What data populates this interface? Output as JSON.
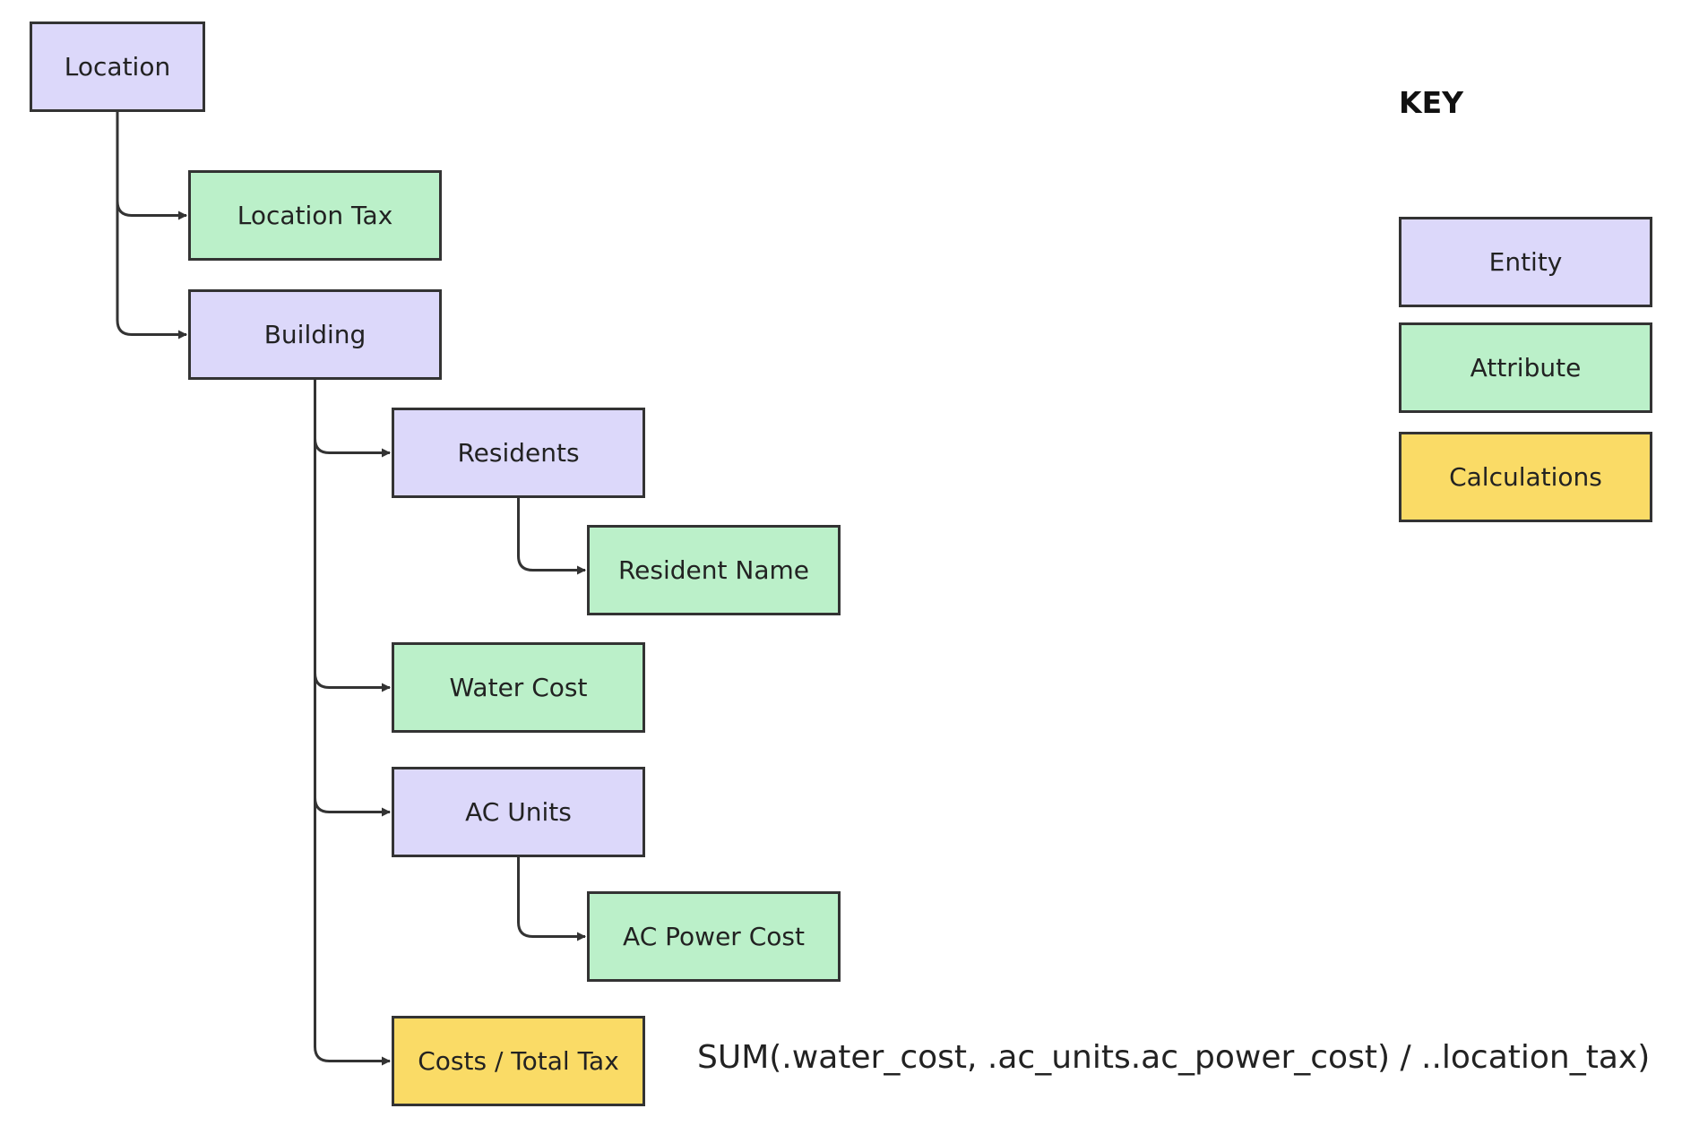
{
  "colors": {
    "entity": "#dcd8fa",
    "attribute": "#bbf0c9",
    "calculation": "#fadb66",
    "border": "#333333"
  },
  "nodes": [
    {
      "id": "location",
      "label": "Location",
      "kind": "entity"
    },
    {
      "id": "location-tax",
      "label": "Location Tax",
      "kind": "attribute"
    },
    {
      "id": "building",
      "label": "Building",
      "kind": "entity"
    },
    {
      "id": "residents",
      "label": "Residents",
      "kind": "entity"
    },
    {
      "id": "resident-name",
      "label": "Resident Name",
      "kind": "attribute"
    },
    {
      "id": "water-cost",
      "label": "Water Cost",
      "kind": "attribute"
    },
    {
      "id": "ac-units",
      "label": "AC Units",
      "kind": "entity"
    },
    {
      "id": "ac-power-cost",
      "label": "AC Power Cost",
      "kind": "attribute"
    },
    {
      "id": "costs-total-tax",
      "label": "Costs / Total Tax",
      "kind": "calculation"
    }
  ],
  "edges": [
    {
      "from": "location",
      "to": "location-tax"
    },
    {
      "from": "location",
      "to": "building"
    },
    {
      "from": "building",
      "to": "residents"
    },
    {
      "from": "residents",
      "to": "resident-name"
    },
    {
      "from": "building",
      "to": "water-cost"
    },
    {
      "from": "building",
      "to": "ac-units"
    },
    {
      "from": "ac-units",
      "to": "ac-power-cost"
    },
    {
      "from": "building",
      "to": "costs-total-tax"
    }
  ],
  "formula": "SUM(.water_cost, .ac_units.ac_power_cost) / ..location_tax)",
  "key": {
    "title": "KEY",
    "items": [
      {
        "label": "Entity",
        "kind": "entity"
      },
      {
        "label": "Attribute",
        "kind": "attribute"
      },
      {
        "label": "Calculations",
        "kind": "calculation"
      }
    ]
  }
}
